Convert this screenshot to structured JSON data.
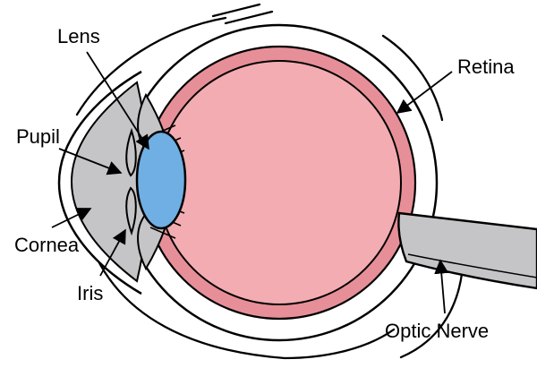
{
  "diagram": {
    "labels": {
      "lens": "Lens",
      "pupil": "Pupil",
      "cornea": "Cornea",
      "iris": "Iris",
      "retina": "Retina",
      "optic_nerve": "Optic Nerve"
    },
    "colors": {
      "outline": "#000000",
      "sclera": "#FFFFFF",
      "retina_ring": "#E78F98",
      "vitreous": "#F3ACB1",
      "lens": "#6FAFE4",
      "anterior_gray": "#C5C5C7"
    }
  }
}
